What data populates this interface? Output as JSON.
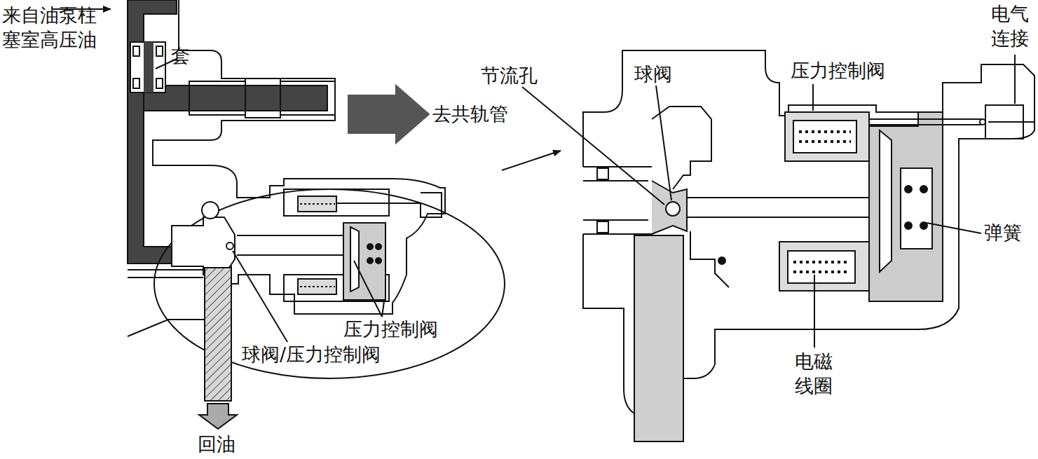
{
  "diagram": {
    "labels": [
      "来自油泵柱 塞室高压油",
      "套",
      "去共轨管",
      "压力控制阀",
      "球阀/压力控制阀",
      "回油",
      "节流孔",
      "球阀",
      "压力控制阀",
      "电气 连接",
      "弹簧",
      "电磁 线圈"
    ]
  }
}
